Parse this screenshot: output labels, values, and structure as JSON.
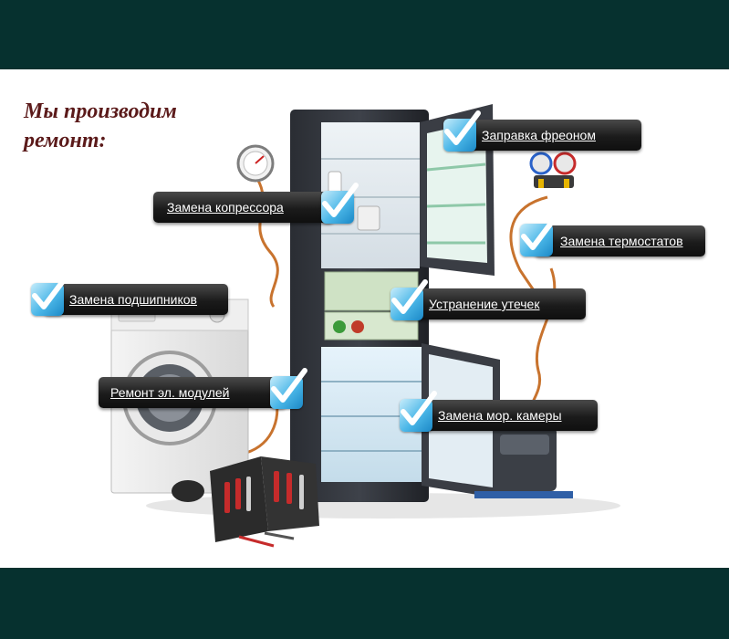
{
  "headline": [
    "Мы производим",
    "ремонт:"
  ],
  "services": [
    {
      "id": "freon",
      "label": "Заправка фреоном"
    },
    {
      "id": "compressor",
      "label": "Замена копрессора"
    },
    {
      "id": "thermostat",
      "label": "Замена термостатов"
    },
    {
      "id": "bearings",
      "label": "Замена подшипников"
    },
    {
      "id": "leaks",
      "label": "Устранение утечек"
    },
    {
      "id": "modules",
      "label": "Ремонт эл. модулей"
    },
    {
      "id": "freezer",
      "label": "Замена мор. камеры"
    }
  ],
  "icons": {
    "check": "checkmark-icon",
    "gauge": "pressure-gauge-icon",
    "manifold": "manifold-gauge-icon"
  },
  "colors": {
    "frame": "#06312f",
    "headline": "#5b1a1a",
    "badge": "#1b1b1b",
    "check": "#4bb7e8",
    "pipe": "#c8732e"
  }
}
